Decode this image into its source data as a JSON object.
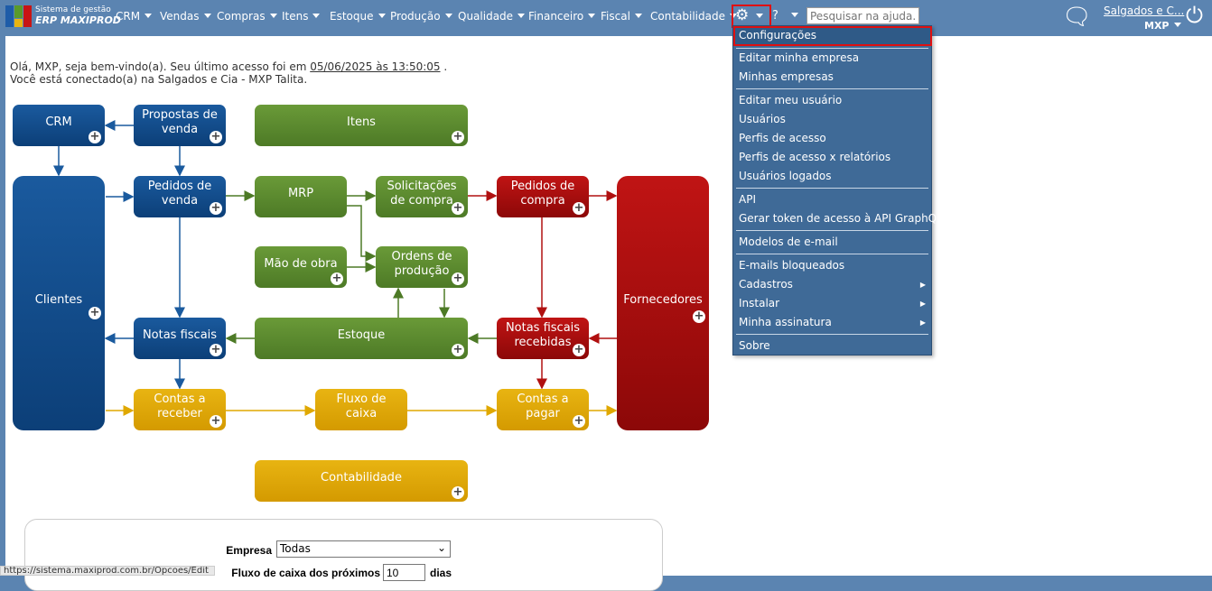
{
  "brand": {
    "line1": "Sistema de gestão",
    "line2": "ERP MAXIPROD"
  },
  "nav": [
    "CRM",
    "Vendas",
    "Compras",
    "Itens",
    "Estoque",
    "Produção",
    "Qualidade",
    "Financeiro",
    "Fiscal",
    "Contabilidade"
  ],
  "search": {
    "placeholder": "Pesquisar na ajuda..."
  },
  "company": "Salgados e C...",
  "user": "MXP",
  "welcome": {
    "line1_prefix": "Olá, MXP, seja bem-vindo(a). Seu último acesso foi em ",
    "last_access": "05/06/2025 às 13:50:05",
    "line1_suffix": " .",
    "line2": "Você está conectado(a) na Salgados e Cia - MXP Talita."
  },
  "diagram": {
    "crm": "CRM",
    "propostas": "Propostas de venda",
    "itens": "Itens",
    "clientes": "Clientes",
    "pedidos_venda": "Pedidos de venda",
    "mrp": "MRP",
    "solicitacoes": "Solicitações de compra",
    "pedidos_compra": "Pedidos de compra",
    "fornecedores": "Fornecedores",
    "mao_obra": "Mão de obra",
    "ordens": "Ordens de produção",
    "notas": "Notas fiscais",
    "estoque": "Estoque",
    "notas_recebidas": "Notas fiscais recebidas",
    "receber": "Contas a receber",
    "fluxo": "Fluxo de caixa",
    "pagar": "Contas a pagar",
    "contabilidade": "Contabilidade"
  },
  "menu": [
    "Configurações",
    "Editar minha empresa",
    "Minhas empresas",
    "Editar meu usuário",
    "Usuários",
    "Perfis de acesso",
    "Perfis de acesso x relatórios",
    "Usuários logados",
    "API",
    "Gerar token de acesso à API GraphQL",
    "Modelos de e-mail",
    "E-mails bloqueados",
    "Cadastros",
    "Instalar",
    "Minha assinatura",
    "Sobre"
  ],
  "form": {
    "empresa_label": "Empresa",
    "empresa_value": "Todas",
    "fluxo_label": "Fluxo de caixa dos próximos",
    "dias_value": "10",
    "dias_label": "dias"
  },
  "status_url": "https://sistema.maxiprod.com.br/Opcoes/Edit"
}
